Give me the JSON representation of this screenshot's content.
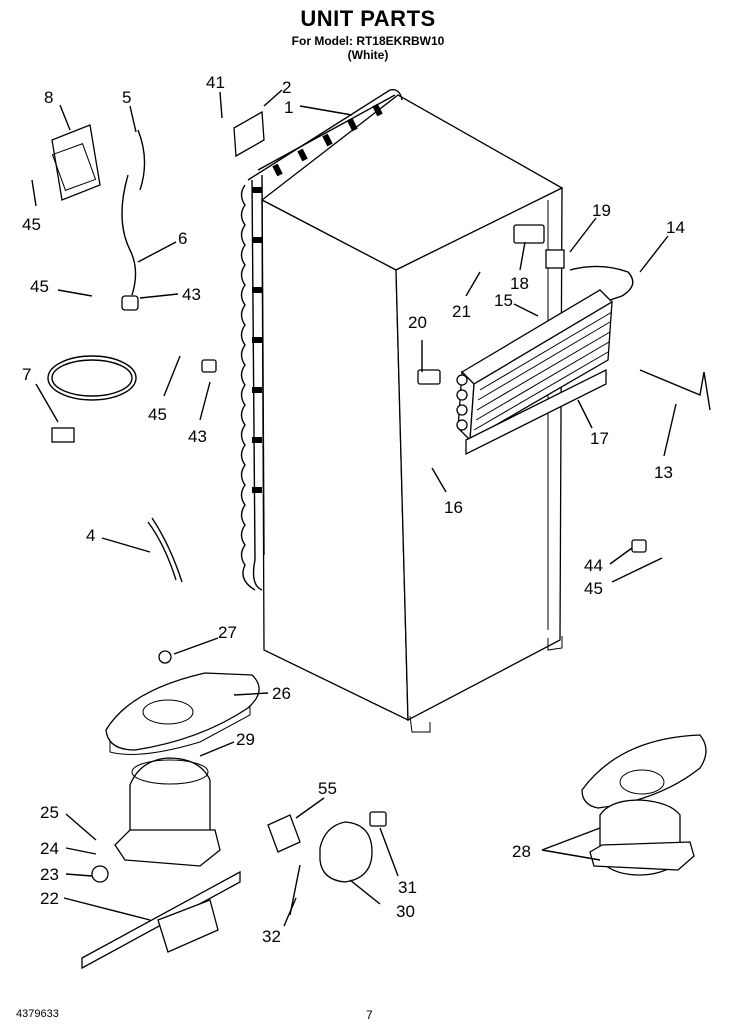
{
  "header": {
    "title": "UNIT PARTS",
    "model_line": "For Model: RT18EKRBW10",
    "color_line": "(White)"
  },
  "footer": {
    "doc_number": "4379633",
    "page_number": "7"
  },
  "callouts": [
    "8",
    "5",
    "41",
    "2",
    "1",
    "45",
    "6",
    "45",
    "43",
    "7",
    "45",
    "43",
    "19",
    "14",
    "18",
    "21",
    "15",
    "20",
    "17",
    "13",
    "16",
    "4",
    "44",
    "45",
    "27",
    "26",
    "29",
    "25",
    "55",
    "24",
    "23",
    "22",
    "31",
    "30",
    "32",
    "28"
  ]
}
